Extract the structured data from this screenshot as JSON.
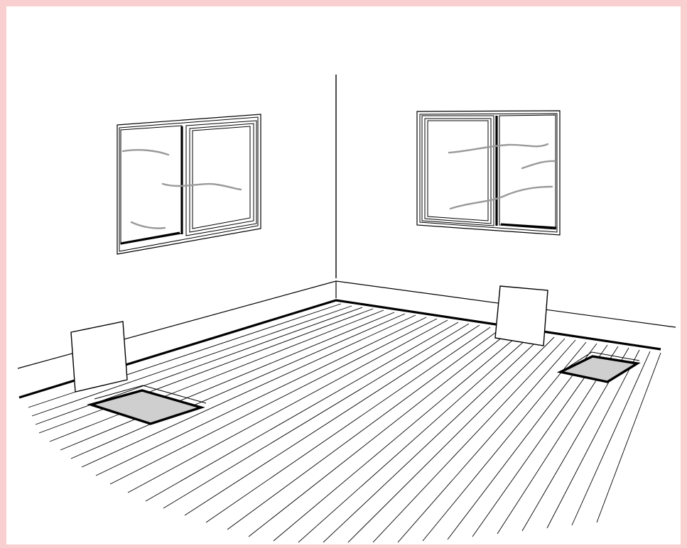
{
  "scene": {
    "subject": "room-corner-with-windows-and-floor-vents",
    "colors": {
      "frame": "#f9cfd0",
      "background": "#ffffff",
      "line": "#000000",
      "curtain_line": "#9a9a9a",
      "vent_fill": "#cfcfcf"
    },
    "elements": {
      "left_window": "window",
      "right_window": "window",
      "left_panel": "panel",
      "right_panel": "panel",
      "left_vent": "floor-vent",
      "right_vent": "floor-vent",
      "floor": "floorboards"
    }
  }
}
